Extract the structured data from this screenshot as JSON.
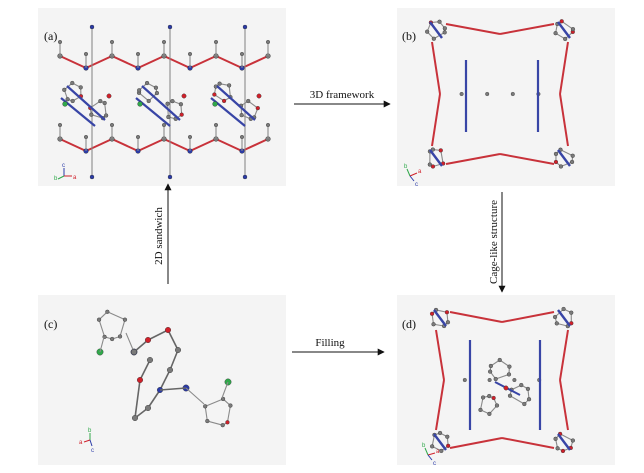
{
  "panels": {
    "a": {
      "label": "(a)"
    },
    "b": {
      "label": "(b)"
    },
    "c": {
      "label": "(c)"
    },
    "d": {
      "label": "(d)"
    }
  },
  "arrows": {
    "a_to_b": {
      "label": "3D framework"
    },
    "b_to_d": {
      "label": "Cage-like structure"
    },
    "c_to_d": {
      "label": "Filling"
    },
    "c_to_a": {
      "label": "2D sandwich"
    }
  },
  "axes_glyphs": {
    "a": "a",
    "b": "b",
    "c": "c"
  },
  "atom_colors": {
    "carbon": "#7a7a7a",
    "oxygen": "#d0202a",
    "nitrogen": "#2a3aa8",
    "chlorine": "#2fa84a",
    "bond": "#8a8a8a",
    "metal_link": "#c8323a",
    "ring_link": "#3845a6"
  }
}
